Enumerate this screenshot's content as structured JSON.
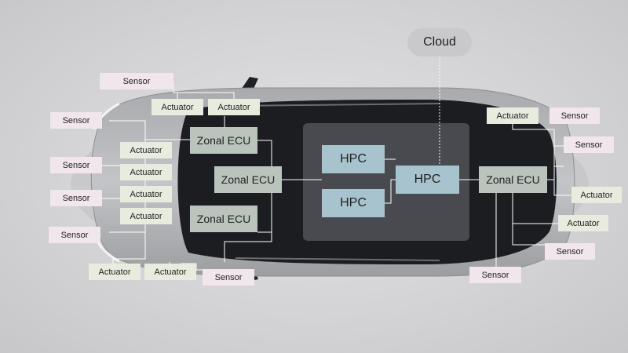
{
  "nodes": {
    "cloud": "Cloud",
    "hpc": "HPC",
    "zonal_ecu": "Zonal ECU",
    "sensor": "Sensor",
    "actuator": "Actuator"
  },
  "colors": {
    "background": "#d4d4d6",
    "sensor_fill": "#f1e6ec",
    "actuator_fill": "#e7ecdf",
    "zonal_ecu_fill": "#b9c5bc",
    "hpc_fill": "#a7c3cd",
    "cloud_fill": "#c9c9cb",
    "line": "#ffffff"
  }
}
